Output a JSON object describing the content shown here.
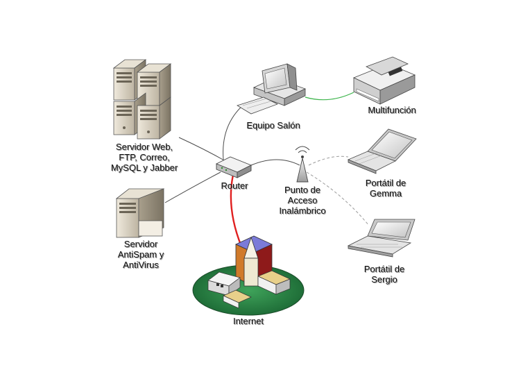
{
  "nodes": {
    "server_main": {
      "label": "Servidor Web,\nFTP, Correo,\nMySQL y Jabber",
      "icon": "server-tower-icon"
    },
    "server_antispam": {
      "label": "Servidor\nAntiSpam y\nAntiVirus",
      "icon": "server-icon"
    },
    "router": {
      "label": "Router",
      "icon": "router-icon"
    },
    "access_point": {
      "label": "Punto de\nAcceso\nInalámbrico",
      "icon": "antenna-icon"
    },
    "pc": {
      "label": "Equipo Salón",
      "icon": "desktop-computer-icon"
    },
    "printer": {
      "label": "Multifunción",
      "icon": "multifunction-printer-icon"
    },
    "laptop_gemma": {
      "label": "Portátil de\nGemma",
      "icon": "laptop-icon"
    },
    "laptop_sergio": {
      "label": "Portátil de\nSergio",
      "icon": "laptop-icon"
    },
    "internet": {
      "label": "Internet",
      "icon": "city-icon"
    }
  },
  "colors": {
    "wired_link": "#4a4a4a",
    "internet_link": "#e02020",
    "printer_link": "#3cb44b",
    "wireless_link": "#9a9a9a",
    "internet_ground": "#2f8a4a",
    "server_body": "#d8d0c0"
  }
}
